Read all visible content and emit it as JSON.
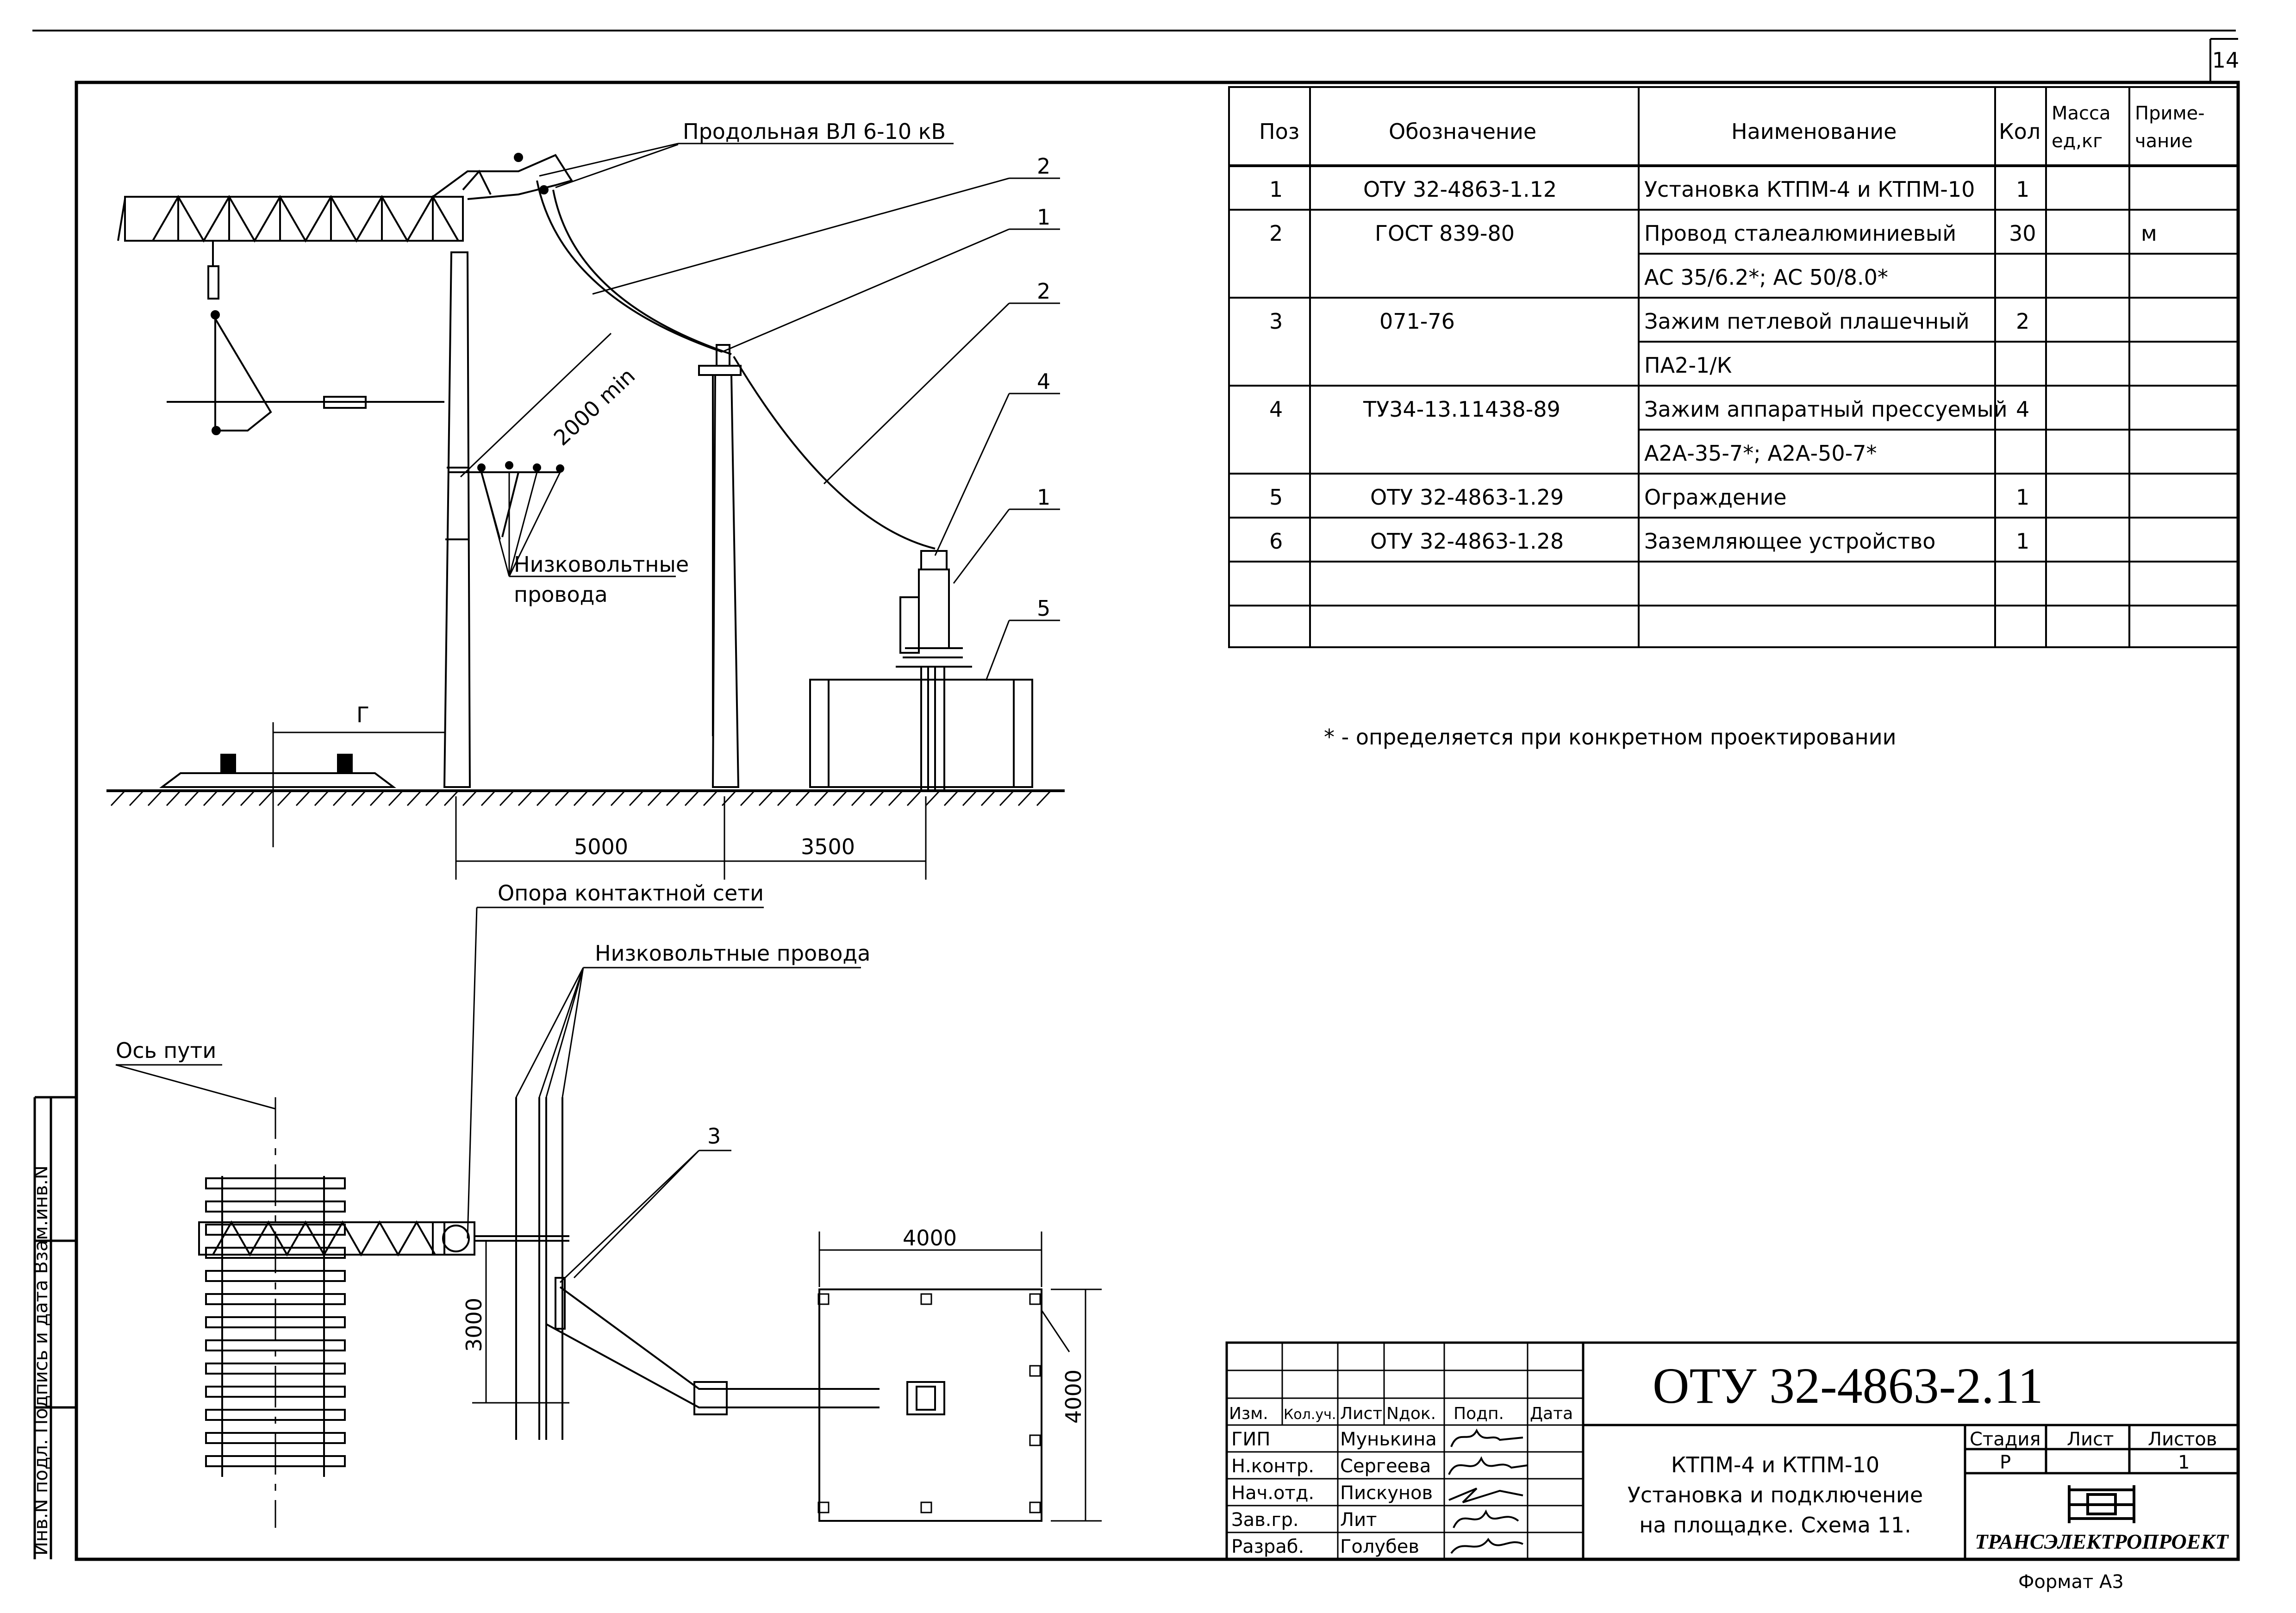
{
  "sheet": {
    "page_number": "14",
    "format": "Формат А3"
  },
  "spec_table": {
    "headers": [
      "Поз",
      "Обозначение",
      "Наименование",
      "Кол",
      "Масса ед,кг",
      "Приме- чание"
    ],
    "rows": [
      {
        "pos": "1",
        "designation": "ОТУ 32-4863-1.12",
        "name": "Установка КТПМ-4 и КТПМ-10",
        "qty": "1",
        "mass": "",
        "note": ""
      },
      {
        "pos": "2",
        "designation": "ГОСТ 839-80",
        "name": "Провод сталеалюминиевый",
        "qty": "30",
        "mass": "",
        "note": "м"
      },
      {
        "pos": "",
        "designation": "",
        "name": "АС 35/6.2*; АС 50/8.0*",
        "qty": "",
        "mass": "",
        "note": ""
      },
      {
        "pos": "3",
        "designation": "071-76",
        "name": "Зажим петлевой плашечный",
        "qty": "2",
        "mass": "",
        "note": ""
      },
      {
        "pos": "",
        "designation": "",
        "name": "ПА2-1/К",
        "qty": "",
        "mass": "",
        "note": ""
      },
      {
        "pos": "4",
        "designation": "ТУ34-13.11438-89",
        "name": "Зажим аппаратный прессуемый",
        "qty": "4",
        "mass": "",
        "note": ""
      },
      {
        "pos": "",
        "designation": "",
        "name": "А2А-35-7*; А2А-50-7*",
        "qty": "",
        "mass": "",
        "note": ""
      },
      {
        "pos": "5",
        "designation": "ОТУ 32-4863-1.29",
        "name": "Ограждение",
        "qty": "1",
        "mass": "",
        "note": ""
      },
      {
        "pos": "6",
        "designation": "ОТУ 32-4863-1.28",
        "name": "Заземляющее устройство",
        "qty": "1",
        "mass": "",
        "note": ""
      },
      {
        "pos": "",
        "designation": "",
        "name": "",
        "qty": "",
        "mass": "",
        "note": ""
      },
      {
        "pos": "",
        "designation": "",
        "name": "",
        "qty": "",
        "mass": "",
        "note": ""
      }
    ]
  },
  "footnote": "* - определяется при конкретном проектировании",
  "elevation": {
    "label_overhead_line": "Продольная ВЛ 6-10 кВ",
    "label_lv_wires_1": "Низковольтные",
    "label_lv_wires_2": "провода",
    "dim_min": "2000 min",
    "dim_g": "Г",
    "dim_5000": "5000",
    "dim_3500": "3500",
    "callouts": [
      "2",
      "1",
      "2",
      "4",
      "1",
      "5"
    ]
  },
  "plan": {
    "label_support": "Опора контактной сети",
    "label_lv_wires": "Низковольтные провода",
    "label_track_axis": "Ось пути",
    "callout_3": "3",
    "dim_3000": "3000",
    "dim_4000_h": "4000",
    "dim_4000_v": "4000"
  },
  "side_strip": {
    "text": "Инв.N подл.  Подпись и дата  Взам.инв.N"
  },
  "title_block": {
    "doc_code": "ОТУ 32-4863-2.11",
    "header_cols": [
      "Изм.",
      "Кол.уч.",
      "Лист",
      "Nдок.",
      "Подп.",
      "Дата"
    ],
    "people": [
      {
        "role": "ГИП",
        "name": "Мунькина"
      },
      {
        "role": "Н.контр.",
        "name": "Сергеева"
      },
      {
        "role": "Нач.отд.",
        "name": "Пискунов"
      },
      {
        "role": "Зав.гр.",
        "name": "Лит"
      },
      {
        "role": "Разраб.",
        "name": "Голубев"
      }
    ],
    "title_lines": [
      "КТПМ-4 и КТПМ-10",
      "Установка и подключение",
      "на площадке. Схема 11."
    ],
    "stage_label": "Стадия",
    "sheet_label": "Лист",
    "sheets_label": "Листов",
    "stage_value": "Р",
    "sheet_value": "",
    "sheets_value": "1",
    "org": "ТРАНСЭЛЕКТРОПРОЕКТ"
  }
}
